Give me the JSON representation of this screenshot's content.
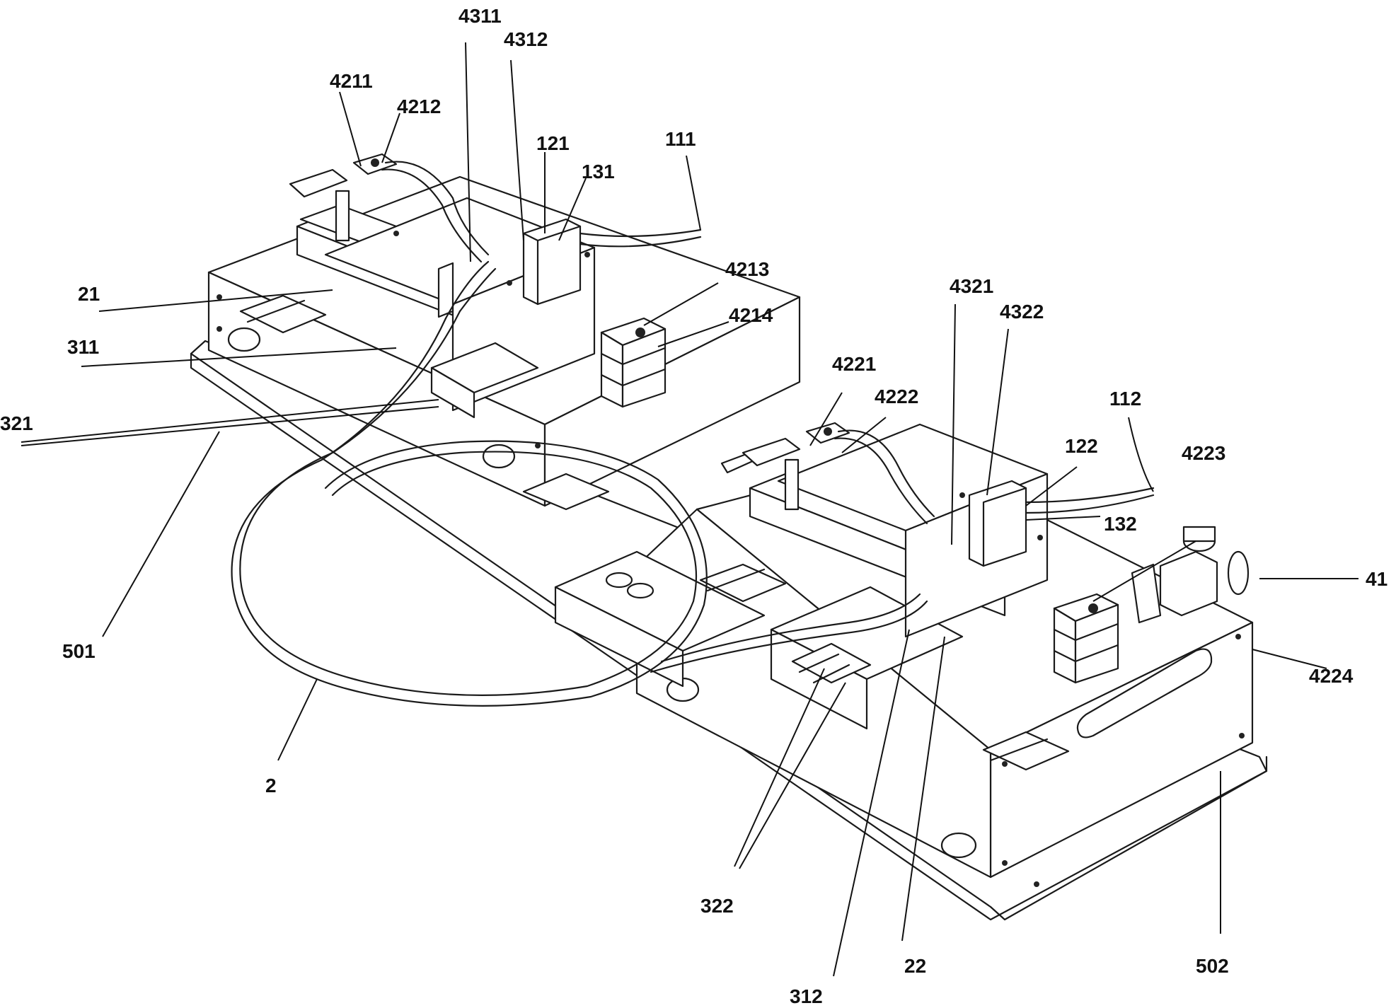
{
  "labels": {
    "l_4311": "4311",
    "l_4312": "4312",
    "l_4211": "4211",
    "l_4212": "4212",
    "l_121": "121",
    "l_131": "131",
    "l_111": "111",
    "l_4213": "4213",
    "l_4214": "4214",
    "l_4321": "4321",
    "l_4322": "4322",
    "l_21": "21",
    "l_311": "311",
    "l_321": "321",
    "l_4221": "4221",
    "l_4222": "4222",
    "l_112": "112",
    "l_122": "122",
    "l_4223": "4223",
    "l_132": "132",
    "l_41": "41",
    "l_501": "501",
    "l_4224": "4224",
    "l_2": "2",
    "l_322": "322",
    "l_22": "22",
    "l_502": "502",
    "l_312": "312"
  },
  "colors": {
    "line": "#1a1a1a",
    "background": "#ffffff"
  }
}
